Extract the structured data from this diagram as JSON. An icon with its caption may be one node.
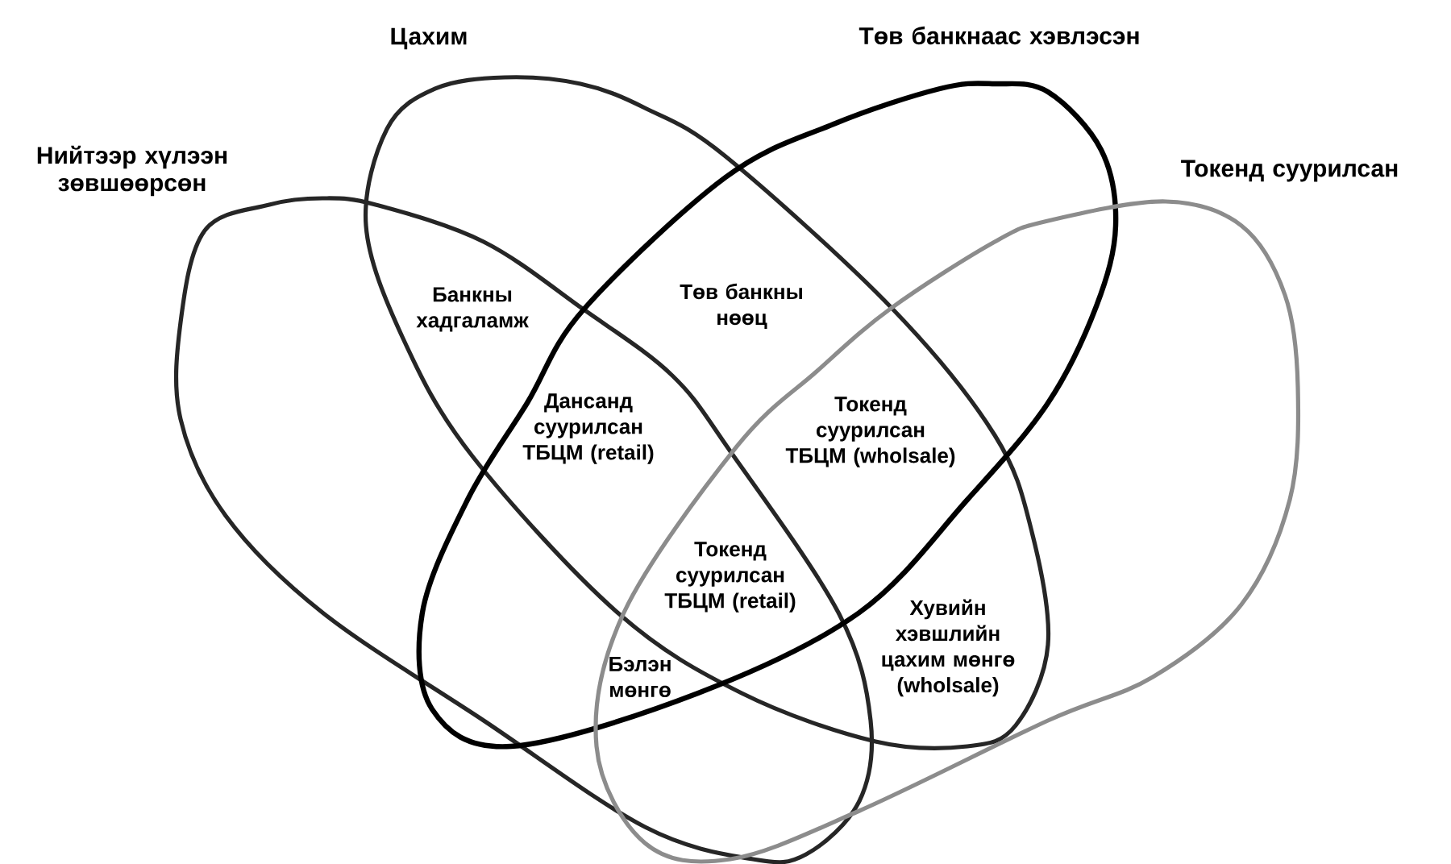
{
  "diagram": {
    "nodes": [
      {
        "text": [
          "Нийтээр хүлээн зөвшөөрсөн"
        ]
      },
      {
        "text": [
          "Цахим"
        ]
      },
      {
        "text": [
          "Төв банкнаас хэвлэсэн"
        ]
      },
      {
        "text": [
          "Токенд суурилсан"
        ]
      }
    ],
    "labels": [
      "Банкны хадгаламж",
      "Төв банкны нөөц",
      "Дансанд суурилсан ТБЦМ (retail)",
      "Токенд суурилсан ТБЦМ (wholsale)",
      "Токенд суурилсан ТБЦМ (retail)",
      "Хувийн хэвшлийн цахим мөнгө (wholsale)",
      "Бэлэн мөнгө"
    ]
  }
}
